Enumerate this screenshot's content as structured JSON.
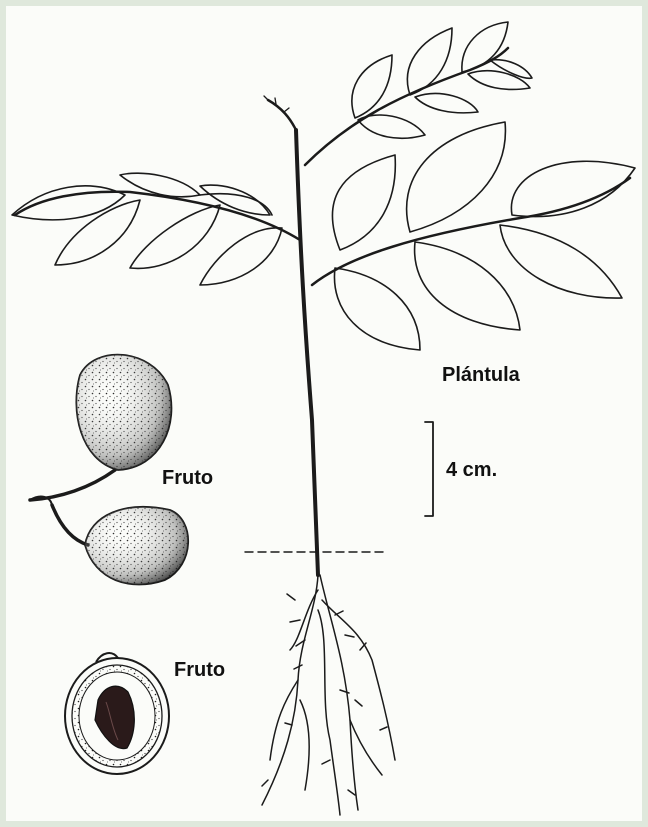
{
  "labels": {
    "seedling": "Plántula",
    "fruit_top": "Fruto",
    "fruit_section": "Fruto",
    "scale": "4 cm."
  },
  "colors": {
    "background": "#dfe8dc",
    "paper": "#fbfcf9",
    "ink": "#1b1b1b"
  }
}
